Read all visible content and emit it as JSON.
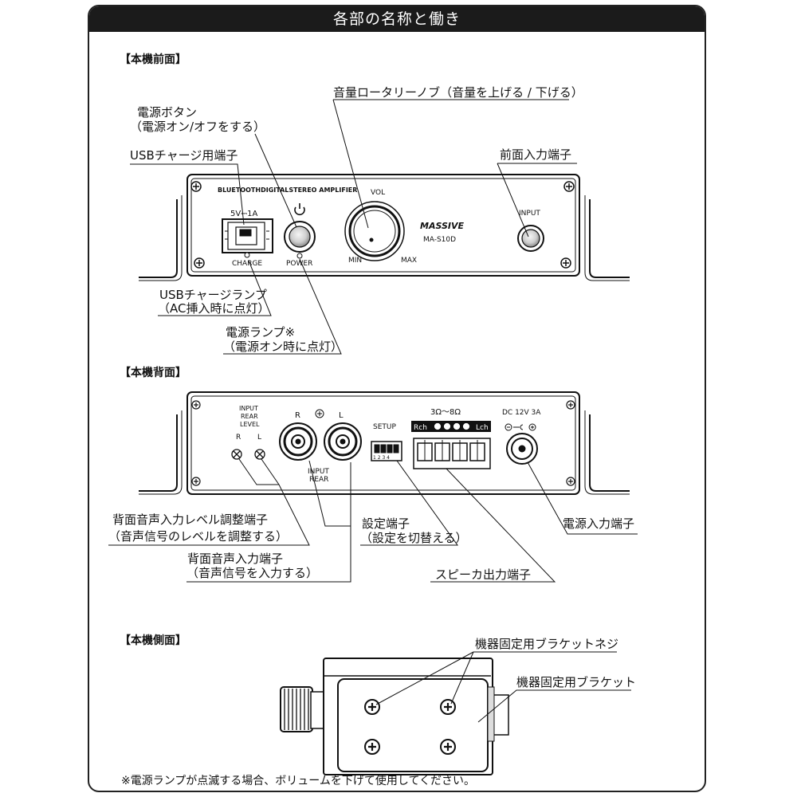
{
  "title": "各部の名称と働き",
  "sections": {
    "front": "【本機前面】",
    "back": "【本機背面】",
    "side": "【本機側面】"
  },
  "front": {
    "callouts": {
      "power_button": [
        "電源ボタン",
        "（電源オン/オフをする）"
      ],
      "usb_port": "USBチャージ用端子",
      "volume_knob": "音量ロータリーノブ（音量を上げる / 下げる）",
      "front_input": "前面入力端子",
      "usb_lamp": [
        "USBチャージランプ",
        "（AC挿入時に点灯）"
      ],
      "power_lamp": [
        "電源ランプ※",
        "（電源オン時に点灯）"
      ]
    },
    "panel": {
      "model_text": "BLUETOOTHDIGITALSTEREO AMPLIFIER",
      "usb_rating": "5V⎓1A",
      "charge": "CHARGE",
      "power": "POWER",
      "vol": "VOL",
      "min": "MIN",
      "max": "MAX",
      "brand": "MASSIVE",
      "model": "MA-S10D",
      "input": "INPUT"
    }
  },
  "back": {
    "callouts": {
      "level_adjust": [
        "背面音声入力レベル調整端子",
        "（音声信号のレベルを調整する）"
      ],
      "setting": [
        "設定端子",
        "（設定を切替える）"
      ],
      "rear_input": [
        "背面音声入力端子",
        "（音声信号を入力する）"
      ],
      "power_input": "電源入力端子",
      "speaker_output": "スピーカ出力端子"
    },
    "panel": {
      "input_rear_level": [
        "INPUT",
        "REAR",
        "LEVEL"
      ],
      "r_small": "R",
      "l_small": "L",
      "r_big": "R",
      "l_big": "L",
      "input_rear": [
        "INPUT",
        "REAR"
      ],
      "setup": "SETUP",
      "setup_numbers": "1 2 3 4",
      "impedance": "3Ω～8Ω",
      "rch": "Rch",
      "lch": "Lch",
      "dc": "DC 12V 3A"
    }
  },
  "side": {
    "callouts": {
      "bracket_screw": "機器固定用ブラケットネジ",
      "bracket": "機器固定用ブラケット"
    }
  },
  "footnote": "※電源ランプが点滅する場合、ボリュームを下げて使用してください。"
}
